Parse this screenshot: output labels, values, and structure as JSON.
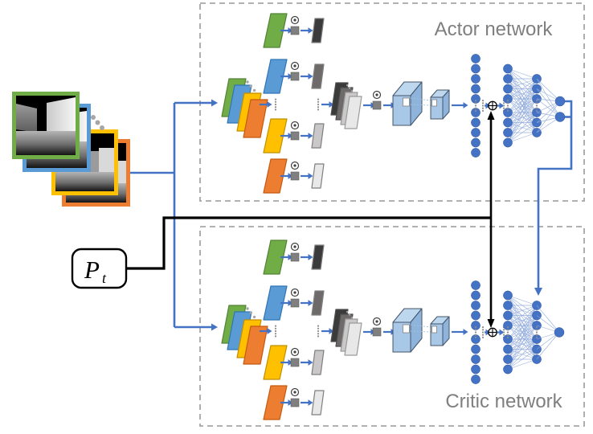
{
  "figure": {
    "actor_label": "Actor network",
    "critic_label": "Critic network",
    "pose": {
      "label": "P",
      "subscript": "t"
    },
    "operators": {
      "elementwise_product": "⊙",
      "combine": "⊕"
    },
    "input_stack": {
      "kind": "depth-image-stack",
      "frame_border_colors": [
        "#70ad47",
        "#5b9bd5",
        "#ffc000",
        "#ed7d31"
      ],
      "ellipsis_dots": 3
    },
    "branches": [
      {
        "color_name": "green",
        "fill": "#70ad47",
        "edge": "#548235",
        "output_shade": "#3b3b3b"
      },
      {
        "color_name": "blue",
        "fill": "#5b9bd5",
        "edge": "#2e75b6",
        "output_shade": "#6e6a6a"
      },
      {
        "color_name": "yellow",
        "fill": "#ffc000",
        "edge": "#bf9000",
        "output_shade": "#c9c7c7"
      },
      {
        "color_name": "orange",
        "fill": "#ed7d31",
        "edge": "#c55a11",
        "output_shade": "#e9e8e8"
      }
    ],
    "feature_stack_shades": [
      "#3b3b3b",
      "#6e6a6a",
      "#cac8c8",
      "#e9e8e8"
    ],
    "fc_layers": {
      "flatten_nodes": 10,
      "hidden1_nodes": 8,
      "hidden2_nodes": 6,
      "actor_output_nodes": 2,
      "critic_output_nodes": 1
    },
    "colors": {
      "flow_blue": "#4472c4",
      "node_blue": "#4472c4",
      "node_edge": "#2f5597",
      "link_blue": "#8fa9dc",
      "conv_front": "#a9c7e6",
      "conv_top": "#bdd7ee",
      "conv_side": "#8eb4dc",
      "conv_edge": "#44546a",
      "dash_gray": "#a6a6a6",
      "label_gray": "#7f7f7f",
      "op_gray": "#808080",
      "op_edge": "#404040",
      "ink": "#000000",
      "dot_gray": "#8c8c8c"
    }
  }
}
